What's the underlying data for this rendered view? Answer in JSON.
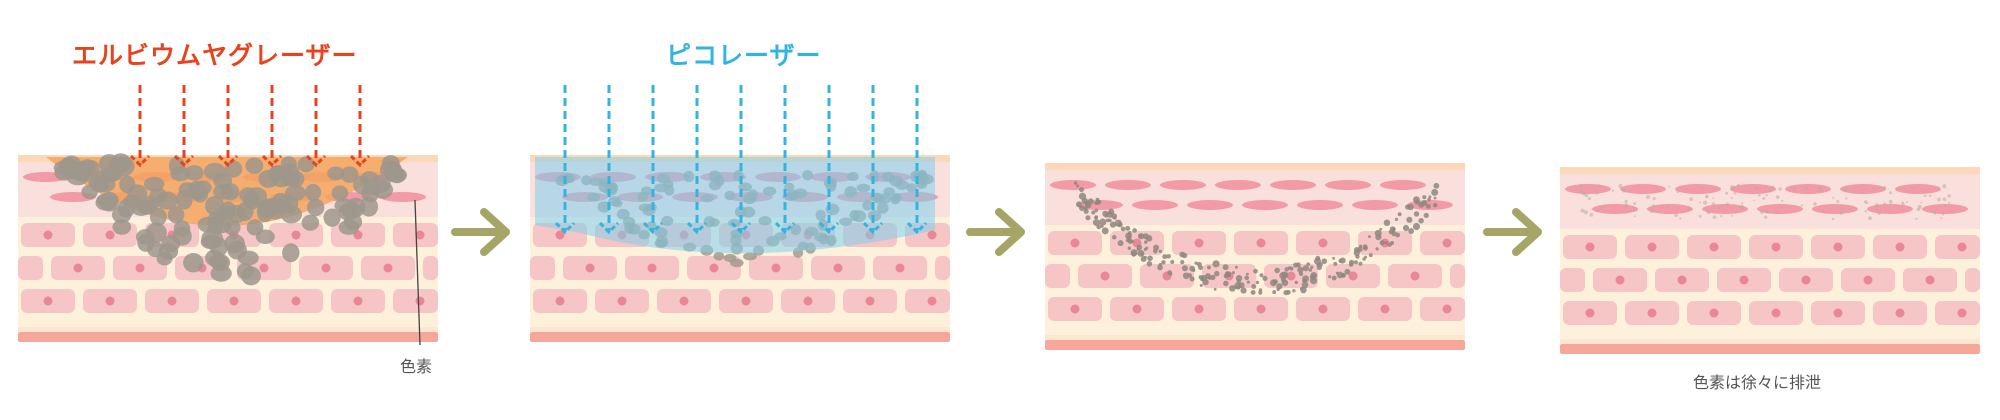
{
  "labels": {
    "erbium": "エルビウムヤグレーザー",
    "pico": "ピコレーザー",
    "pigment": "色素",
    "excretion": "色素は徐々に排泄"
  },
  "colors": {
    "erbium_red": "#e8431f",
    "pico_blue": "#33b3e0",
    "arrow_green": "#a4a566",
    "pigment_gray": "#9e968c",
    "cell_pink": "#f6c5c5",
    "skin_cream": "#fdf1dc"
  },
  "panels": [
    {
      "step": 1,
      "laser": "erbium"
    },
    {
      "step": 2,
      "laser": "pico"
    },
    {
      "step": 3
    },
    {
      "step": 4
    }
  ]
}
